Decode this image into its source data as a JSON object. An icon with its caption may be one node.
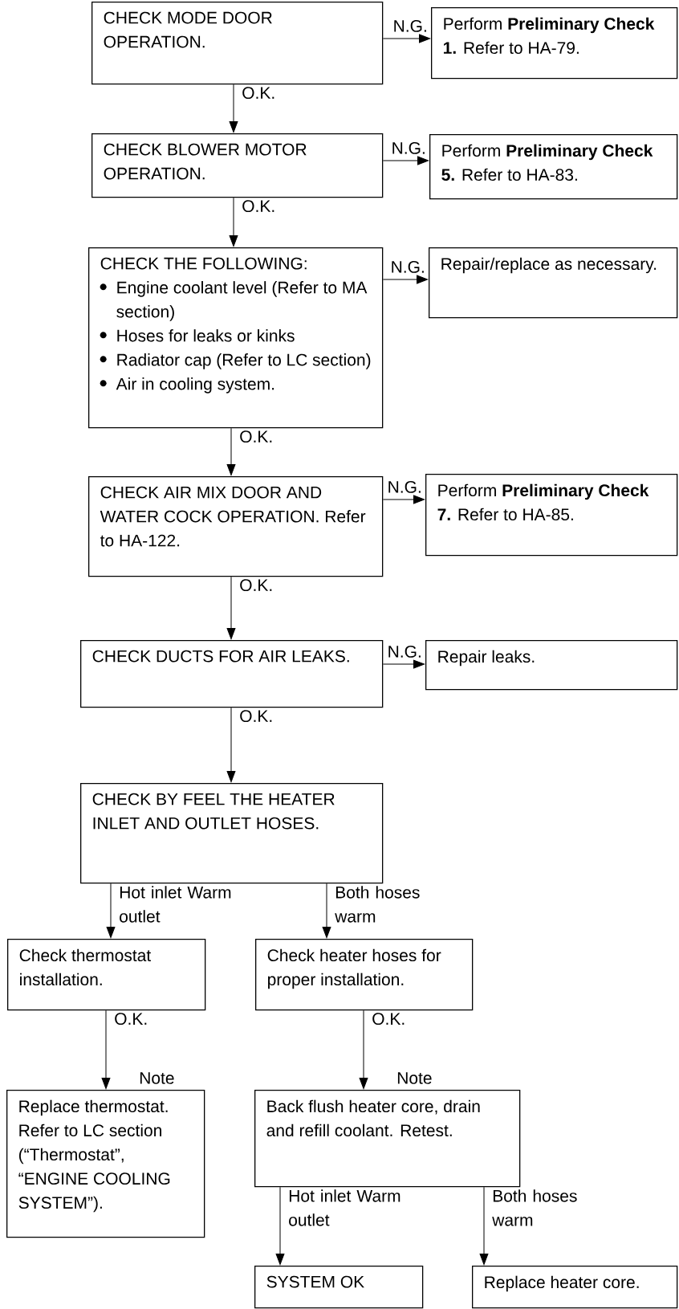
{
  "diagram": {
    "nodes": [
      {
        "text": [
          "CHECK MODE DOOR OPERATION."
        ]
      },
      {
        "text": [
          "Perform **Preliminary Check 1.** Refer to HA-79."
        ]
      },
      {
        "text": [
          "CHECK BLOWER MOTOR OPERATION."
        ]
      },
      {
        "text": [
          "Perform **Preliminary Check 5.** Refer to HA-83."
        ]
      },
      {
        "text": [
          "CHECK THE FOLLOWING:",
          "Engine coolant level (Refer to MA section)",
          "Hoses for leaks or kinks",
          "Radiator cap (Refer to LC section)",
          "Air in cooling system."
        ]
      },
      {
        "text": [
          "Repair/replace as necessary."
        ]
      },
      {
        "text": [
          "CHECK AIR MIX DOOR AND WATER COCK OPERATION. Refer to HA-122."
        ]
      },
      {
        "text": [
          "Perform **Preliminary Check 7.** Refer to HA-85."
        ]
      },
      {
        "text": [
          "CHECK DUCTS FOR AIR LEAKS."
        ]
      },
      {
        "text": [
          "Repair leaks."
        ]
      },
      {
        "text": [
          "CHECK BY FEEL THE HEATER INLET AND OUTLET HOSES."
        ]
      },
      {
        "text": [
          "Check thermostat installation."
        ]
      },
      {
        "text": [
          "Check heater hoses for proper installation."
        ]
      },
      {
        "text": [
          "Replace thermostat. Refer to LC section (“Thermostat”, “ENGINE COOLING SYSTEM”)."
        ],
        "beside": [
          "Note"
        ]
      },
      {
        "text": [
          "Back flush heater core, drain and refill coolant. Retest."
        ],
        "beside": [
          "Note"
        ]
      },
      {
        "text": [
          "SYSTEM OK"
        ]
      },
      {
        "text": [
          "Replace heater core."
        ]
      }
    ],
    "edges": [
      {
        "from": 0,
        "to": 1,
        "arrow": "to",
        "label": "N.G."
      },
      {
        "from": 0,
        "to": 2,
        "arrow": "to",
        "label": "O.K."
      },
      {
        "from": 2,
        "to": 3,
        "arrow": "to",
        "label": "N.G."
      },
      {
        "from": 2,
        "to": 4,
        "arrow": "to",
        "label": "O.K."
      },
      {
        "from": 4,
        "to": 5,
        "arrow": "to",
        "label": "N.G."
      },
      {
        "from": 4,
        "to": 6,
        "arrow": "to",
        "label": "O.K."
      },
      {
        "from": 6,
        "to": 7,
        "arrow": "to",
        "label": "N.G."
      },
      {
        "from": 6,
        "to": 8,
        "arrow": "to",
        "label": "O.K."
      },
      {
        "from": 8,
        "to": 9,
        "arrow": "to",
        "label": "N.G."
      },
      {
        "from": 8,
        "to": 10,
        "arrow": "to",
        "label": "O.K."
      },
      {
        "from": 10,
        "to": 11,
        "arrow": "to",
        "label": "Hot inlet Warm outlet"
      },
      {
        "from": 10,
        "to": 12,
        "arrow": "to",
        "label": "Both hoses warm"
      },
      {
        "from": 11,
        "to": 13,
        "arrow": "to",
        "label": "O.K."
      },
      {
        "from": 12,
        "to": 14,
        "arrow": "to",
        "label": "O.K."
      },
      {
        "from": 14,
        "to": 15,
        "arrow": "to",
        "label": "Hot inlet Warm outlet"
      },
      {
        "from": 14,
        "to": 16,
        "arrow": "to",
        "label": "Both hoses warm"
      }
    ]
  }
}
